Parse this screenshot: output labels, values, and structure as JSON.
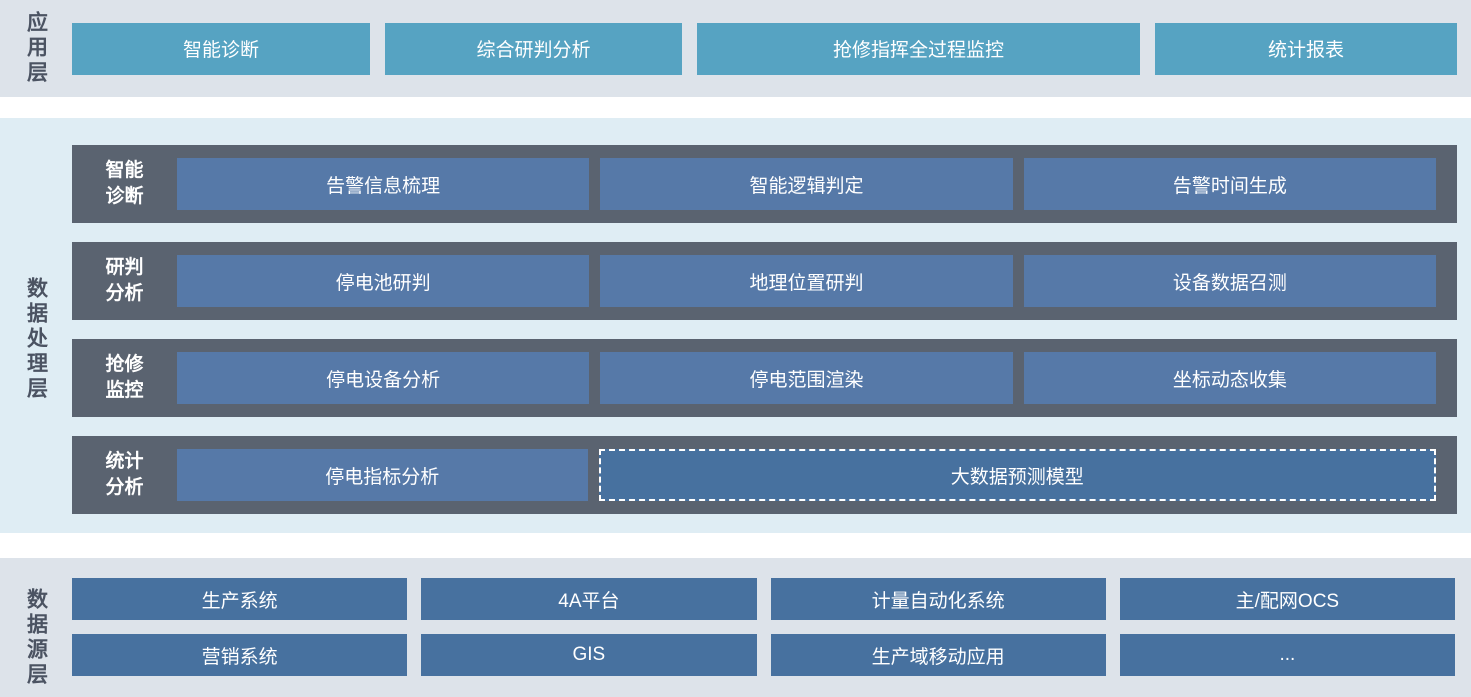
{
  "application_layer": {
    "label": "应用层",
    "boxes": [
      {
        "label": "智能诊断"
      },
      {
        "label": "综合研判分析"
      },
      {
        "label": "抢修指挥全过程监控"
      },
      {
        "label": "统计报表"
      }
    ]
  },
  "processing_layer": {
    "label": "数据处理层",
    "rows": [
      {
        "label": "智能\n诊断",
        "boxes": [
          "告警信息梳理",
          "智能逻辑判定",
          "告警时间生成"
        ]
      },
      {
        "label": "研判\n分析",
        "boxes": [
          "停电池研判",
          "地理位置研判",
          "设备数据召测"
        ]
      },
      {
        "label": "抢修\n监控",
        "boxes": [
          "停电设备分析",
          "停电范围渲染",
          "坐标动态收集"
        ]
      },
      {
        "label": "统计\n分析",
        "boxes": [
          "停电指标分析"
        ],
        "dashed_box": "大数据预测模型"
      }
    ]
  },
  "datasource_layer": {
    "label": "数据源层",
    "rows": [
      [
        "生产系统",
        "4A平台",
        "计量自动化系统",
        "主/配网OCS"
      ],
      [
        "营销系统",
        "GIS",
        "生产域移动应用",
        "..."
      ]
    ]
  },
  "colors": {
    "band_background": "#dde3ea",
    "middle_background": "#dfedf4",
    "application_box": "#56a3c2",
    "row_container": "#5a6370",
    "processing_box": "#5679a8",
    "dashed_box": "#47719f",
    "source_box": "#47719f",
    "layer_label_text": "#4b5362",
    "box_text": "#ffffff"
  }
}
